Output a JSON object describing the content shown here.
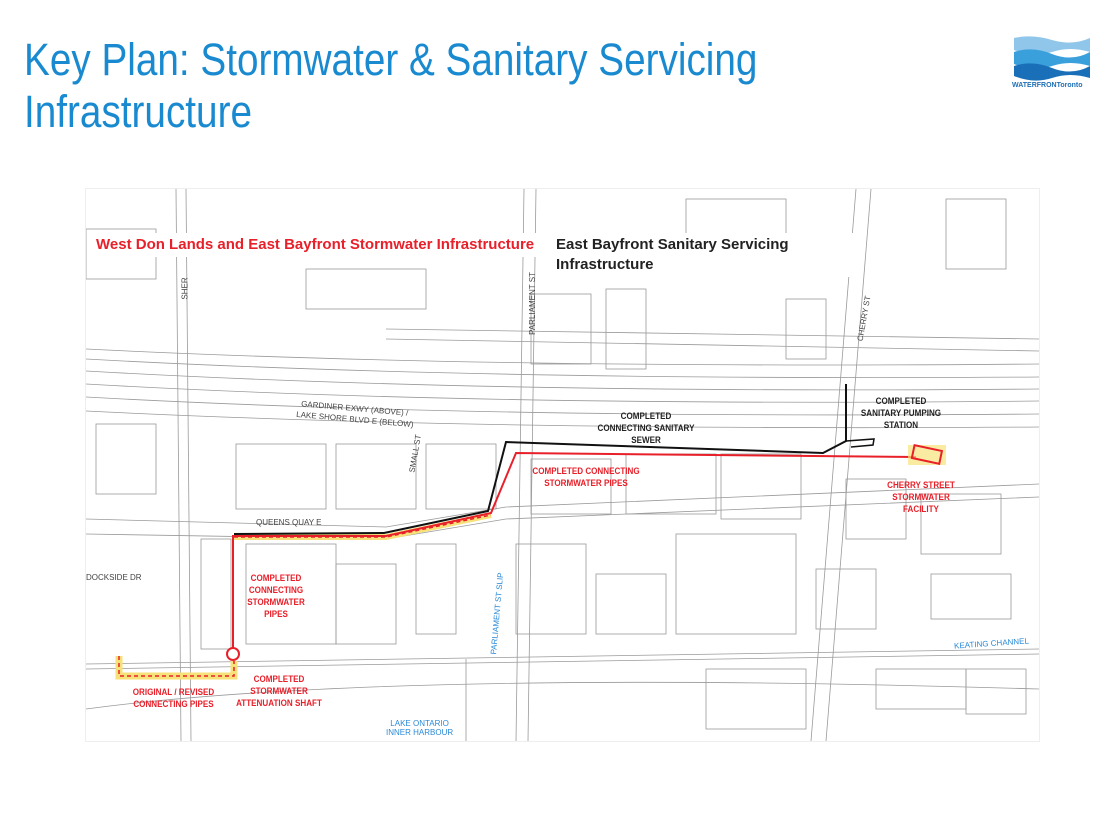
{
  "slide": {
    "title": "Key Plan: Stormwater & Sanitary Servicing Infrastructure",
    "logo_text": "WATERFRONToronto"
  },
  "map": {
    "headings": {
      "stormwater": "West Don Lands and East Bayfront Stormwater Infrastructure",
      "sanitary": "East Bayfront Sanitary Servicing Infrastructure"
    },
    "annotations": {
      "sanitary_sewer": "COMPLETED CONNECTING SANITARY SEWER",
      "pumping_station": "COMPLETED SANITARY PUMPING STATION",
      "stormwater_pipes_east": "COMPLETED CONNECTING STORMWATER PIPES",
      "cherry_facility": "CHERRY STREET STORMWATER FACILITY",
      "stormwater_pipes_west": "COMPLETED CONNECTING STORMWATER PIPES",
      "original_pipes": "ORIGINAL / REVISED CONNECTING PIPES",
      "attenuation_shaft": "COMPLETED STORMWATER ATTENUATION SHAFT"
    },
    "streets": {
      "gardiner": "GARDINER EXWY (ABOVE) /",
      "lakeshore": "LAKE SHORE BLVD E (BELOW)",
      "queens_quay": "QUEENS QUAY E",
      "small_st": "SMALL ST",
      "parliament": "PARLIAMENT ST",
      "cherry": "CHERRY ST",
      "sherbourne": "SHER",
      "dockside": "DOCKSIDE DR",
      "parliament_slip": "PARLIAMENT ST SLIP",
      "keating": "KEATING CHANNEL",
      "lake1": "LAKE ONTARIO",
      "lake2": "INNER HARBOUR"
    },
    "colors": {
      "stormwater": "#e8202a",
      "sanitary": "#111111",
      "highlight": "#f7e27a",
      "water_label": "#2a8ad8"
    }
  }
}
